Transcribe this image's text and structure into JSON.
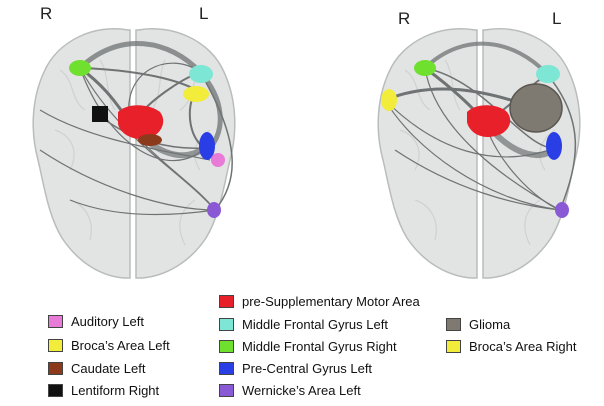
{
  "panels": [
    {
      "left_label": "R",
      "right_label": "L"
    },
    {
      "left_label": "R",
      "right_label": "L"
    }
  ],
  "legend": {
    "columns": [
      [
        {
          "label": "Auditory Left",
          "color": "#e87ad8"
        },
        {
          "label": "Broca’s Area Left",
          "color": "#f2ec3a"
        },
        {
          "label": "Caudate Left",
          "color": "#8b3a1c"
        },
        {
          "label": "Lentiform Right",
          "color": "#111111"
        }
      ],
      [
        {
          "label": "pre-Supplementary Motor Area",
          "color": "#e8202a"
        },
        {
          "label": "Middle Frontal Gyrus Left",
          "color": "#7de6d4"
        },
        {
          "label": "Middle Frontal Gyrus Right",
          "color": "#6fe02e"
        },
        {
          "label": "Pre-Central Gyrus Left",
          "color": "#2a3ee6"
        },
        {
          "label": "Wernicke’s Area Left",
          "color": "#8a5ad6"
        }
      ],
      [
        {
          "label": "Glioma",
          "color": "#7e7a72"
        },
        {
          "label": "Broca’s Area Right",
          "color": "#f2ec3a"
        }
      ]
    ]
  }
}
